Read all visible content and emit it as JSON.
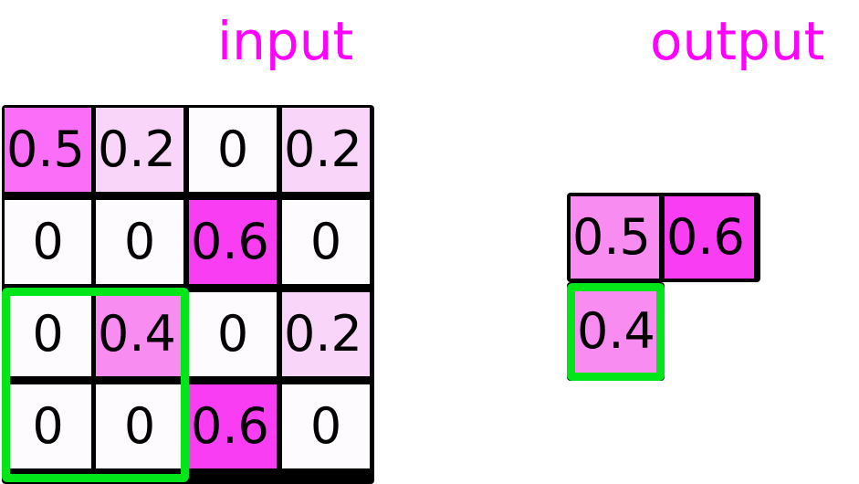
{
  "titles": {
    "input": "input",
    "output": "output",
    "color": "#ff00ff"
  },
  "palette": {
    "zero": "#fdfbfd",
    "v02": "#f9d6f9",
    "v04": "#f98cf1",
    "v05": "#fb6ef8",
    "v06": "#f93df2",
    "grid_line": "#000000",
    "selection": "#00e618",
    "background": "#ffffff"
  },
  "input_grid": {
    "rows": 4,
    "cols": 4,
    "selection": {
      "row_start": 2,
      "row_end": 3,
      "col_start": 0,
      "col_end": 1
    },
    "cells": [
      [
        {
          "value": "0.5",
          "color": "#fb6ef8"
        },
        {
          "value": "0.2",
          "color": "#f9d6f9"
        },
        {
          "value": "0",
          "color": "#fdfbfd"
        },
        {
          "value": "0.2",
          "color": "#f9d6f9"
        }
      ],
      [
        {
          "value": "0",
          "color": "#fdfbfd"
        },
        {
          "value": "0",
          "color": "#fdfbfd"
        },
        {
          "value": "0.6",
          "color": "#f93df2"
        },
        {
          "value": "0",
          "color": "#fdfbfd"
        }
      ],
      [
        {
          "value": "0",
          "color": "#fdfbfd"
        },
        {
          "value": "0.4",
          "color": "#f98cf1"
        },
        {
          "value": "0",
          "color": "#fdfbfd"
        },
        {
          "value": "0.2",
          "color": "#f9d6f9"
        }
      ],
      [
        {
          "value": "0",
          "color": "#fdfbfd"
        },
        {
          "value": "0",
          "color": "#fdfbfd"
        },
        {
          "value": "0.6",
          "color": "#f93df2"
        },
        {
          "value": "0",
          "color": "#fdfbfd"
        }
      ]
    ]
  },
  "output_grid": {
    "rows": 2,
    "cols": 2,
    "cells": [
      [
        {
          "value": "0.5",
          "color": "#f98cf1",
          "present": true,
          "selected": false
        },
        {
          "value": "0.6",
          "color": "#f93df2",
          "present": true,
          "selected": false
        }
      ],
      [
        {
          "value": "0.4",
          "color": "#f98cf1",
          "present": true,
          "selected": true
        },
        {
          "value": "",
          "color": "",
          "present": false,
          "selected": false
        }
      ]
    ]
  },
  "chart_data": {
    "type": "heatmap",
    "title": "input / output max-pool illustration",
    "panels": [
      {
        "name": "input",
        "rows": 4,
        "cols": 4,
        "values": [
          [
            0.5,
            0.2,
            0.0,
            0.2
          ],
          [
            0.0,
            0.0,
            0.6,
            0.0
          ],
          [
            0.0,
            0.4,
            0.0,
            0.2
          ],
          [
            0.0,
            0.0,
            0.6,
            0.0
          ]
        ],
        "highlight_region": {
          "rows": [
            2,
            3
          ],
          "cols": [
            0,
            1
          ]
        },
        "colormap": "white-to-magenta",
        "vmin": 0.0,
        "vmax": 0.6
      },
      {
        "name": "output",
        "rows": 2,
        "cols": 2,
        "values": [
          [
            0.5,
            0.6
          ],
          [
            0.4,
            null
          ]
        ],
        "highlight_region": {
          "rows": [
            1,
            1
          ],
          "cols": [
            0,
            0
          ]
        },
        "colormap": "white-to-magenta",
        "vmin": 0.0,
        "vmax": 0.6
      }
    ],
    "grid": true,
    "legend": "none"
  }
}
